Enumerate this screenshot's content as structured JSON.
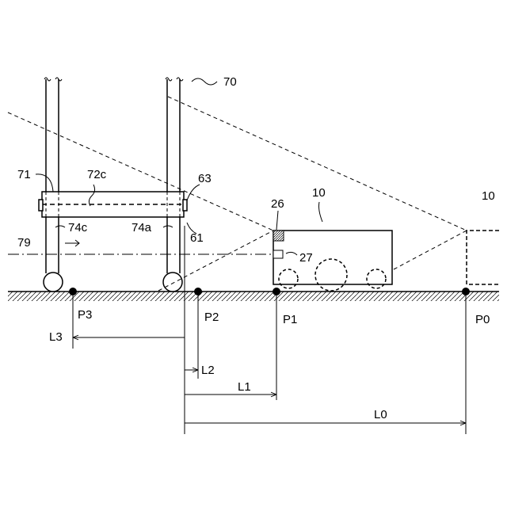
{
  "labels": {
    "ref_70": "70",
    "ref_71": "71",
    "ref_72c": "72c",
    "ref_63": "63",
    "ref_10_left": "10",
    "ref_10_right": "10",
    "ref_26": "26",
    "ref_27": "27",
    "ref_74c": "74c",
    "ref_74a": "74a",
    "ref_61": "61",
    "ref_79": "79",
    "p3": "P3",
    "p2": "P2",
    "p1": "P1",
    "p0": "P0",
    "l3": "L3",
    "l2": "L2",
    "l1": "L1",
    "l0": "L0"
  },
  "colors": {
    "line": "#000000",
    "sensor_fill": "#aaaaaa",
    "background": "#ffffff"
  }
}
